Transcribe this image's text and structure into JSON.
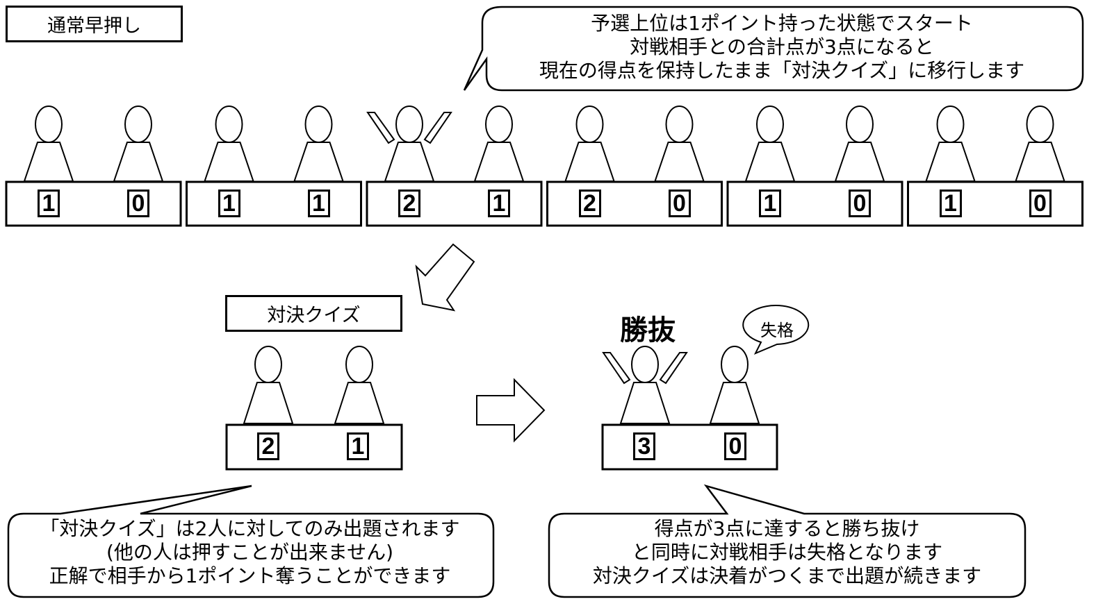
{
  "sections": {
    "normal": {
      "label": "通常早押し",
      "desks": [
        {
          "scores": [
            "1",
            "0"
          ],
          "winner_pose": [
            false,
            false
          ]
        },
        {
          "scores": [
            "1",
            "1"
          ],
          "winner_pose": [
            false,
            false
          ]
        },
        {
          "scores": [
            "2",
            "1"
          ],
          "winner_pose": [
            true,
            false
          ]
        },
        {
          "scores": [
            "2",
            "0"
          ],
          "winner_pose": [
            false,
            false
          ]
        },
        {
          "scores": [
            "1",
            "0"
          ],
          "winner_pose": [
            false,
            false
          ]
        },
        {
          "scores": [
            "1",
            "0"
          ],
          "winner_pose": [
            false,
            false
          ]
        }
      ],
      "callout_lines": [
        "予選上位は1ポイント持った状態でスタート",
        "対戦相手との合計点が3点になると",
        "現在の得点を保持したまま「対決クイズ」に移行します"
      ]
    },
    "duel": {
      "label": "対決クイズ",
      "scores": [
        "2",
        "1"
      ],
      "callout_lines": [
        "「対決クイズ」は2人に対してのみ出題されます",
        "(他の人は押すことが出来ません)",
        "正解で相手から1ポイント奪うことができます"
      ]
    },
    "result": {
      "winner_label": "勝抜",
      "loser_bubble": "失格",
      "scores": [
        "3",
        "0"
      ],
      "callout_lines": [
        "得点が3点に達すると勝ち抜け",
        "と同時に対戦相手は失格となります",
        "対決クイズは決着がつくまで出題が続きます"
      ]
    }
  }
}
